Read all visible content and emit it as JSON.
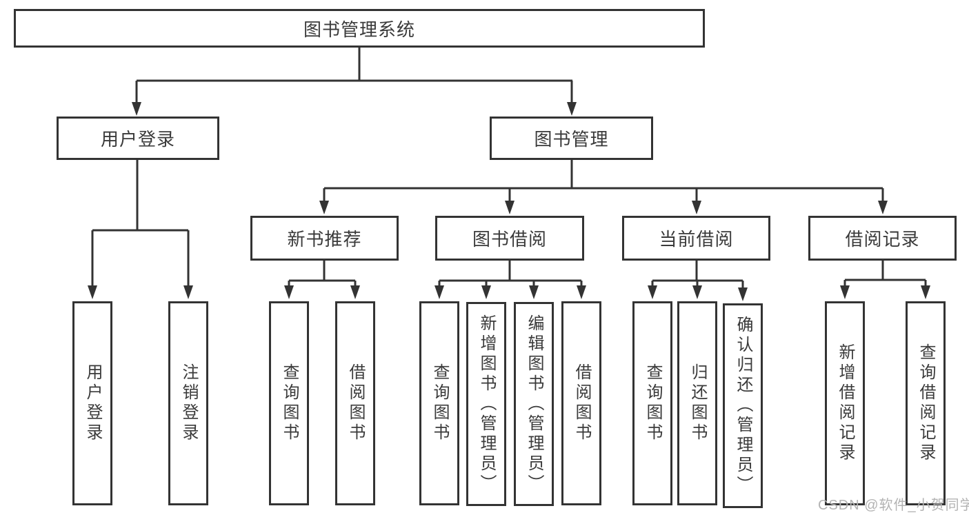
{
  "diagram": {
    "root": {
      "label": "图书管理系统"
    },
    "level2": [
      {
        "label": "用户登录"
      },
      {
        "label": "图书管理"
      }
    ],
    "level3": [
      {
        "label": "新书推荐"
      },
      {
        "label": "图书借阅"
      },
      {
        "label": "当前借阅"
      },
      {
        "label": "借阅记录"
      }
    ],
    "leaves": {
      "user_login": [
        "用户登录",
        "注销登录"
      ],
      "new_books": [
        "查询图书",
        "借阅图书"
      ],
      "book_borrow": [
        "查询图书",
        "新增图书（管理员）",
        "编辑图书（管理员）",
        "借阅图书"
      ],
      "current_borrow": [
        "查询图书",
        "归还图书",
        "确认归还（管理员）"
      ],
      "borrow_records": [
        "新增借阅记录",
        "查询借阅记录"
      ]
    }
  },
  "watermark": {
    "text": "CSDN @软件_小贺同学"
  },
  "colors": {
    "line": "#333333",
    "text": "#3a3a3a",
    "background": "#ffffff",
    "watermark": "#b3b3b3"
  }
}
